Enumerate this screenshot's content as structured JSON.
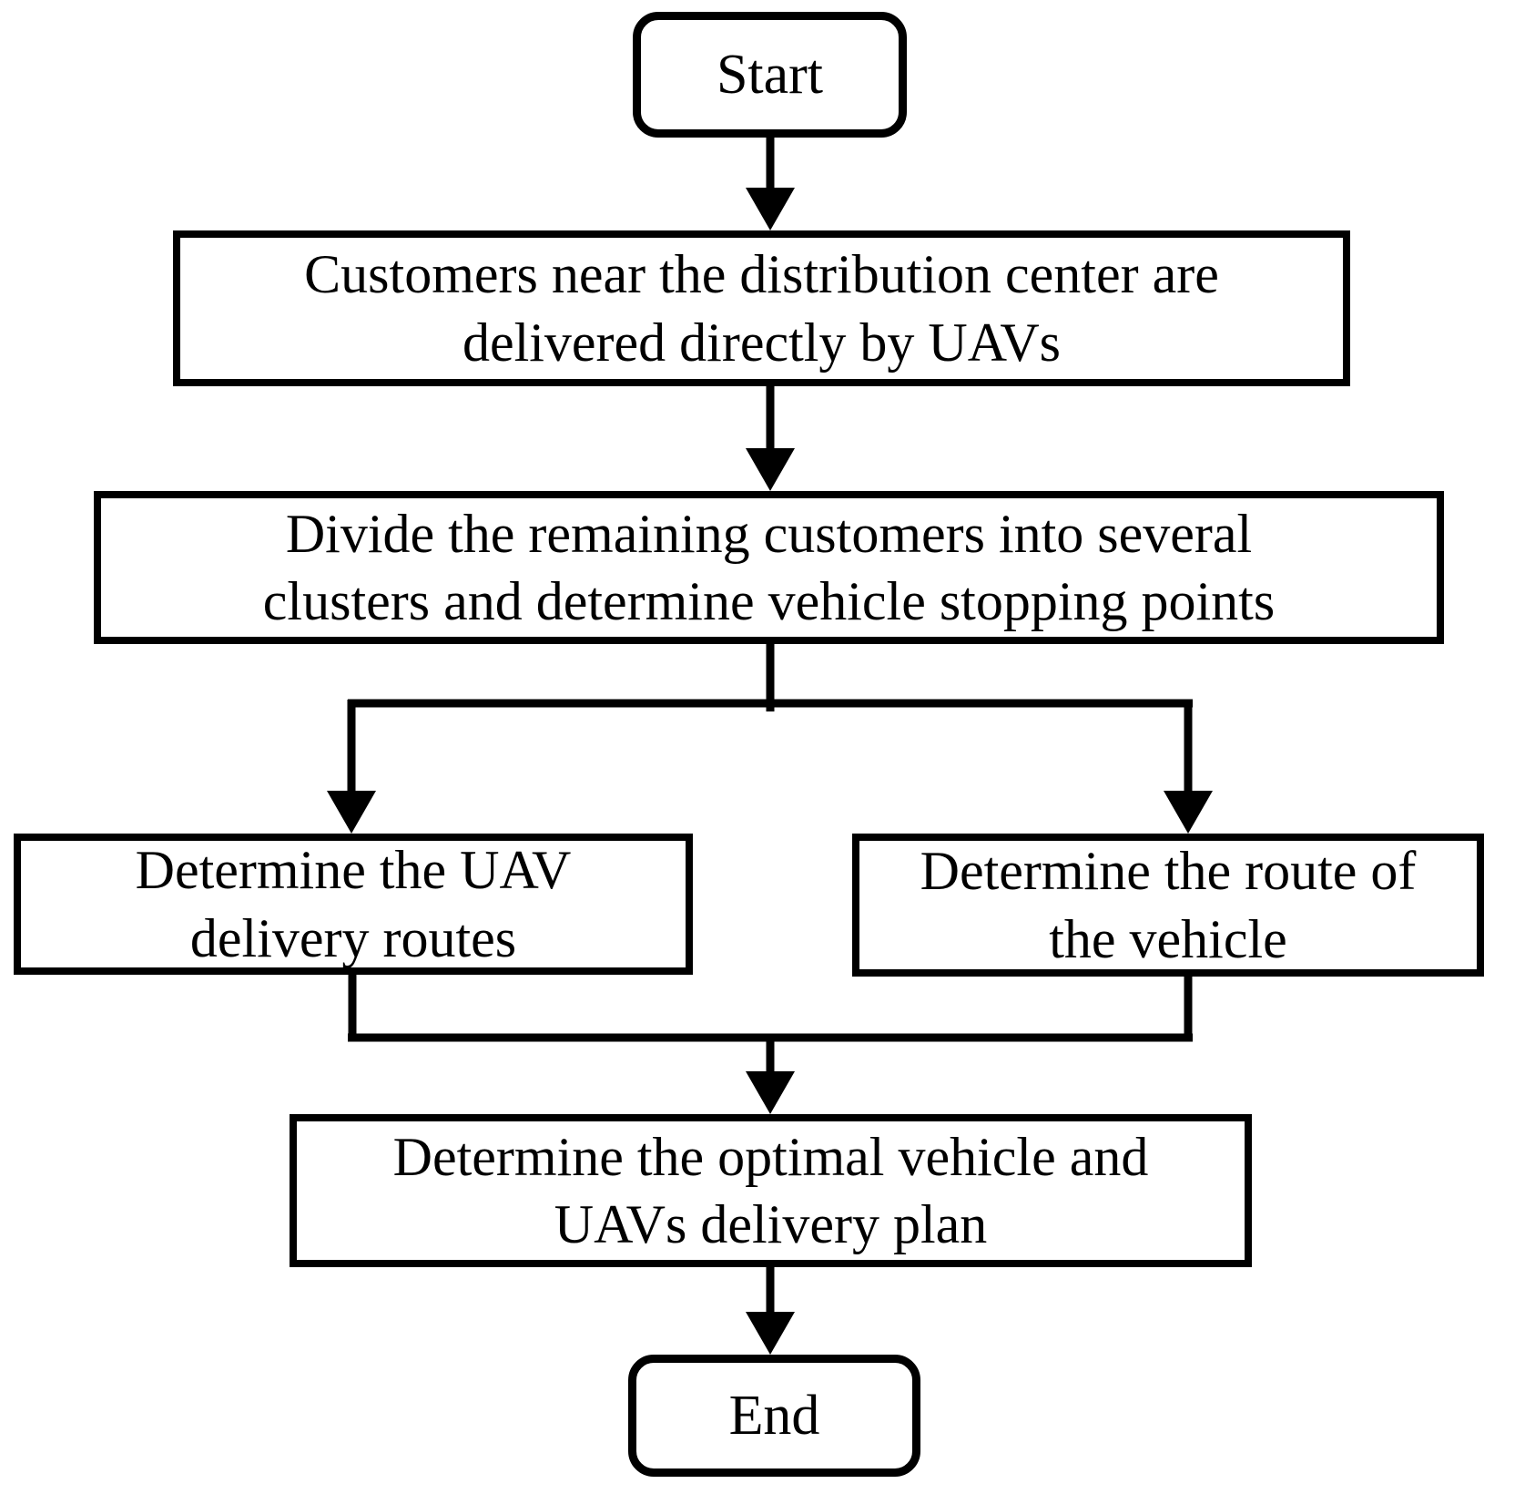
{
  "flowchart": {
    "colors": {
      "stroke": "#000000",
      "fill": "#ffffff",
      "text": "#000000",
      "background": "#ffffff"
    },
    "nodes": {
      "start": {
        "label": "Start"
      },
      "direct_delivery": {
        "label": [
          "Customers near the distribution center are",
          "delivered directly by UAVs"
        ]
      },
      "clustering": {
        "label": [
          "Divide the remaining customers into several",
          "clusters and determine vehicle stopping points"
        ]
      },
      "uav_routes": {
        "label": [
          "Determine the UAV",
          "delivery routes"
        ]
      },
      "vehicle_route": {
        "label": [
          "Determine the route of",
          "the vehicle"
        ]
      },
      "optimal_plan": {
        "label": [
          "Determine the optimal vehicle and",
          "UAVs delivery plan"
        ]
      },
      "end": {
        "label": "End"
      }
    }
  }
}
